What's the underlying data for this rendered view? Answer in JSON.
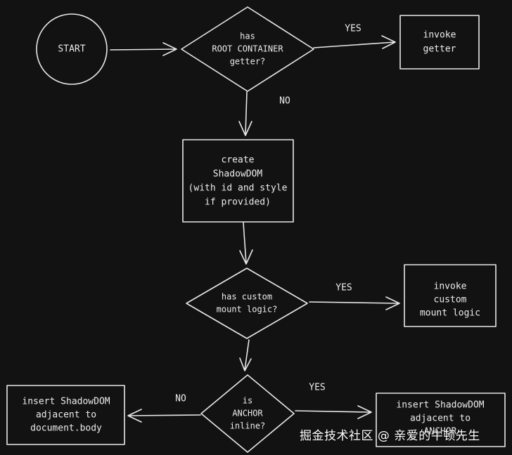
{
  "nodes": {
    "start": {
      "lines": [
        "START"
      ]
    },
    "has_root_container": {
      "lines": [
        "has",
        "ROOT CONTAINER",
        "getter?"
      ]
    },
    "invoke_getter": {
      "lines": [
        "invoke",
        "getter"
      ]
    },
    "create_shadow_dom": {
      "lines": [
        "create",
        "ShadowDOM",
        "(with id and style",
        "if provided)"
      ]
    },
    "has_custom_mount": {
      "lines": [
        "has custom",
        "mount logic?"
      ]
    },
    "invoke_custom_mount": {
      "lines": [
        "invoke",
        "custom",
        "mount logic"
      ]
    },
    "is_anchor_inline": {
      "lines": [
        "is",
        "ANCHOR",
        "inline?"
      ]
    },
    "insert_body": {
      "lines": [
        "insert ShadowDOM",
        "adjacent to",
        "document.body"
      ]
    },
    "insert_anchor": {
      "lines": [
        "insert ShadowDOM",
        "adjacent to",
        "ANCHOR"
      ]
    }
  },
  "edges": {
    "root_yes": "YES",
    "root_no": "NO",
    "mount_yes": "YES",
    "anchor_no": "NO",
    "anchor_yes": "YES"
  },
  "watermark": "掘金技术社区 @ 亲爱的牛顿先生",
  "colors": {
    "background": "#121212",
    "stroke": "#e8e8e8",
    "text": "#ececec"
  }
}
